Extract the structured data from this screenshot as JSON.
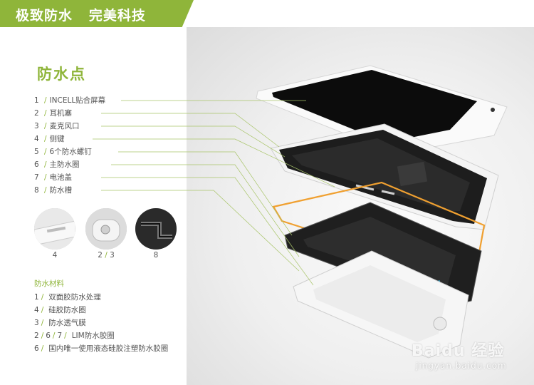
{
  "header": {
    "title": "极致防水   完美科技"
  },
  "section_title": "防水点",
  "points": [
    {
      "num": "1",
      "label": "INCELL贴合屏幕"
    },
    {
      "num": "2",
      "label": "耳机塞"
    },
    {
      "num": "3",
      "label": "麦克风口"
    },
    {
      "num": "4",
      "label": "侧键"
    },
    {
      "num": "5",
      "label": "6个防水螺钉"
    },
    {
      "num": "6",
      "label": "主防水圈"
    },
    {
      "num": "7",
      "label": "电池盖"
    },
    {
      "num": "8",
      "label": "防水槽"
    }
  ],
  "thumbnails": [
    {
      "a": "4",
      "b": ""
    },
    {
      "a": "2",
      "b": "3"
    },
    {
      "a": "8",
      "b": ""
    }
  ],
  "materials_title": "防水材料",
  "materials": [
    {
      "nums": [
        "1"
      ],
      "label": "双面胶防水处理"
    },
    {
      "nums": [
        "4"
      ],
      "label": "硅胶防水圈"
    },
    {
      "nums": [
        "3"
      ],
      "label": "防水透气膜"
    },
    {
      "nums": [
        "2",
        "6",
        "7"
      ],
      "label": "LIM防水胶圈"
    },
    {
      "nums": [
        "6"
      ],
      "label": "国内唯一使用液态硅胶注塑防水胶圈"
    }
  ],
  "watermark": {
    "main": "Baidu 经验",
    "sub": "jingyan.baidu.com"
  },
  "colors": {
    "accent": "#8fb53a",
    "ring": "#f0a030",
    "text": "#555555"
  }
}
